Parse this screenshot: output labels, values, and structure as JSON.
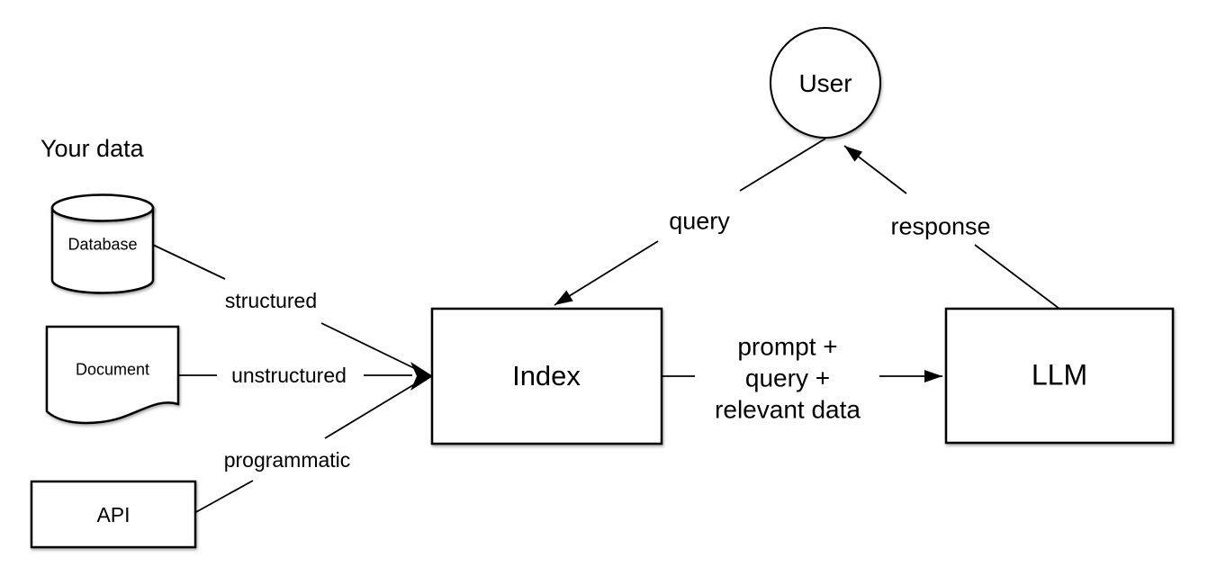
{
  "diagram": {
    "section_label": "Your data",
    "nodes": {
      "user": "User",
      "database": "Database",
      "document": "Document",
      "api": "API",
      "index": "Index",
      "llm": "LLM"
    },
    "edge_labels": {
      "structured": "structured",
      "unstructured": "unstructured",
      "programmatic": "programmatic",
      "query": "query",
      "response": "response",
      "prompt_line1": "prompt +",
      "prompt_line2": "query +",
      "prompt_line3": "relevant data"
    },
    "colors": {
      "stroke": "#000000",
      "node_fill": "#ffffff",
      "background": "#ffffff",
      "text": "#000000"
    }
  }
}
